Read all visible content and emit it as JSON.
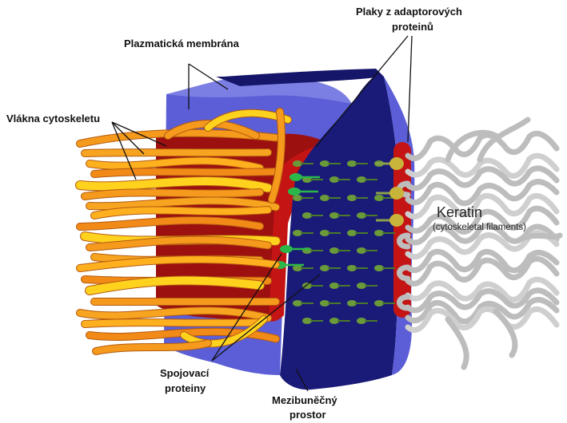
{
  "labels": {
    "plasma_membrane": "Plazmatická membrána",
    "cytoskeleton_fibers": "Vlákna cytoskeletu",
    "adaptor_plaques_line1": "Plaky z adaptorových",
    "adaptor_plaques_line2": "proteinů",
    "keratin": "Keratin",
    "keratin_note": "(cytoskeletal filaments)",
    "connecting_proteins_line1": "Spojovací",
    "connecting_proteins_line2": "proteiny",
    "intercellular_space_line1": "Mezibuněčný",
    "intercellular_space_line2": "prostor"
  },
  "colors": {
    "membrane_light": "#5b5ed6",
    "membrane_dark": "#1a1a78",
    "cytoplasm_red": "#9c1010",
    "plaque_red": "#c41414",
    "fiber_orange": "#f59a1c",
    "fiber_yellow": "#ffd21e",
    "cadherin_green": "#6a9a3a",
    "cadherin_bright": "#2ab84a",
    "keratin_gray": "#bdbdbd"
  }
}
